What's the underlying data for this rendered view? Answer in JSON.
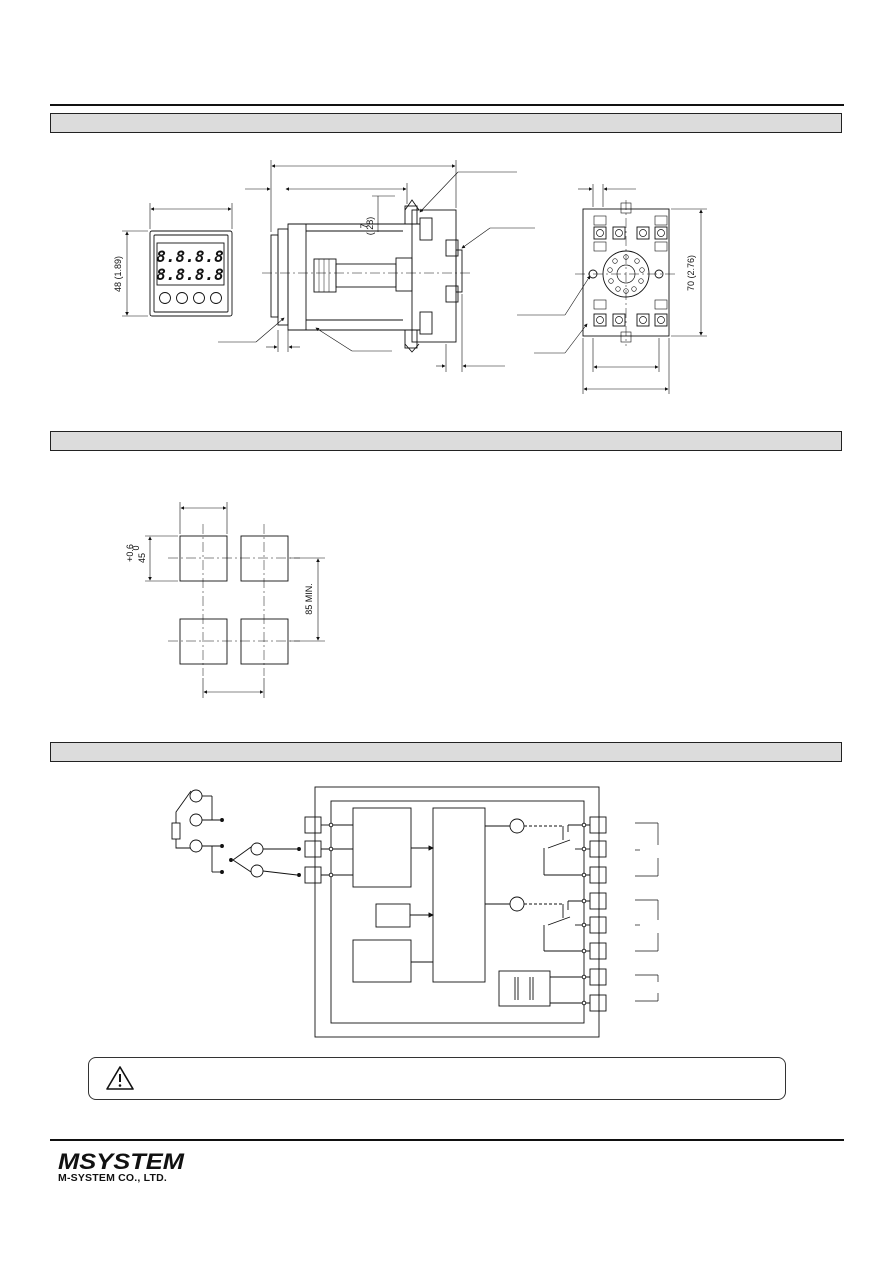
{
  "front_view": {
    "display_top": "8.8.8.8",
    "display_bottom": "8.8.8.8",
    "height_dim": "48 (1.89)"
  },
  "side_view": {
    "small_dim_value": "7",
    "small_dim_inch": "(.28)"
  },
  "socket_view": {
    "height_dim": "70 (2.76)"
  },
  "panel_cutout": {
    "cutout_dim": "45",
    "cutout_base_tol": "0",
    "cutout_upper_tol": "+0.6",
    "spacing_dim": "85 MIN."
  },
  "footer": {
    "logo_text": "MSYSTEM",
    "company_name": "M-SYSTEM CO., LTD."
  },
  "colors": {
    "line": "#111111",
    "section_bar_fill": "#dcdcdc"
  },
  "icons": {
    "caution": "warning-triangle-icon"
  }
}
